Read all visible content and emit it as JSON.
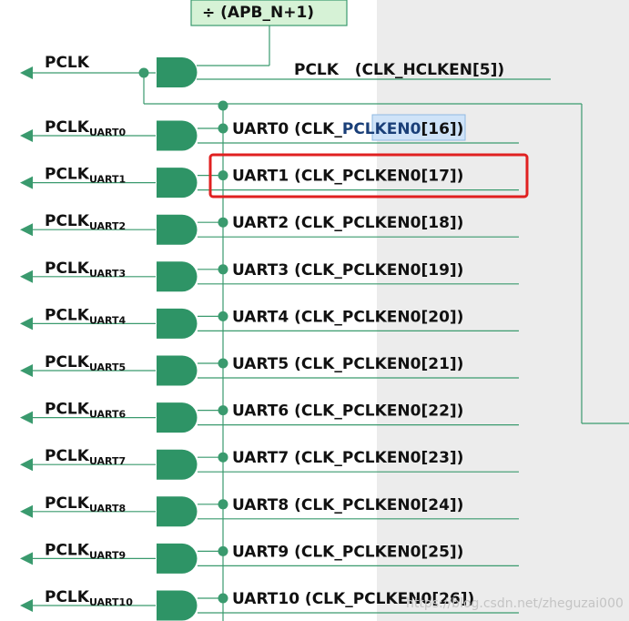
{
  "divider_label": "÷ (APB_N+1)",
  "pclk_output_label": "PCLK",
  "pclk_enable_signal": "PCLK   (CLK_HCLKEN[5])",
  "uart_outputs": [
    {
      "base": "PCLK",
      "sub": "UART0"
    },
    {
      "base": "PCLK",
      "sub": "UART1"
    },
    {
      "base": "PCLK",
      "sub": "UART2"
    },
    {
      "base": "PCLK",
      "sub": "UART3"
    },
    {
      "base": "PCLK",
      "sub": "UART4"
    },
    {
      "base": "PCLK",
      "sub": "UART5"
    },
    {
      "base": "PCLK",
      "sub": "UART6"
    },
    {
      "base": "PCLK",
      "sub": "UART7"
    },
    {
      "base": "PCLK",
      "sub": "UART8"
    },
    {
      "base": "PCLK",
      "sub": "UART9"
    },
    {
      "base": "PCLK",
      "sub": "UART10"
    }
  ],
  "uart_enables": [
    {
      "pre": "UART0   (CLK_",
      "reg": "PCLKEN0",
      "post": "[16])"
    },
    {
      "pre": "UART1   (CLK_",
      "reg": "PCLKEN0",
      "post": "[17])"
    },
    {
      "pre": "UART2   (CLK_",
      "reg": "PCLKEN0",
      "post": "[18])"
    },
    {
      "pre": "UART3   (CLK_",
      "reg": "PCLKEN0",
      "post": "[19])"
    },
    {
      "pre": "UART4   (CLK_",
      "reg": "PCLKEN0",
      "post": "[20])"
    },
    {
      "pre": "UART5   (CLK_",
      "reg": "PCLKEN0",
      "post": "[21])"
    },
    {
      "pre": "UART6   (CLK_",
      "reg": "PCLKEN0",
      "post": "[22])"
    },
    {
      "pre": "UART7   (CLK_",
      "reg": "PCLKEN0",
      "post": "[23])"
    },
    {
      "pre": "UART8   (CLK_",
      "reg": "PCLKEN0",
      "post": "[24])"
    },
    {
      "pre": "UART9   (CLK_",
      "reg": "PCLKEN0",
      "post": "[25])"
    },
    {
      "pre": "UART10 (CLK_",
      "reg": "PCLKEN0",
      "post": "[26])"
    }
  ],
  "highlighted_enable_row": "UART1",
  "selected_text": "PCLKEN0",
  "watermark": "https://blog.csdn.net/zheguzai000",
  "colors": {
    "wire": "#3a9a6e",
    "gate_fill": "#2e9466",
    "divider_fill": "#d6f2d6",
    "shaded_region": "#ececec",
    "highlight_box": "#e02020",
    "selection": "#cfe3f8"
  }
}
